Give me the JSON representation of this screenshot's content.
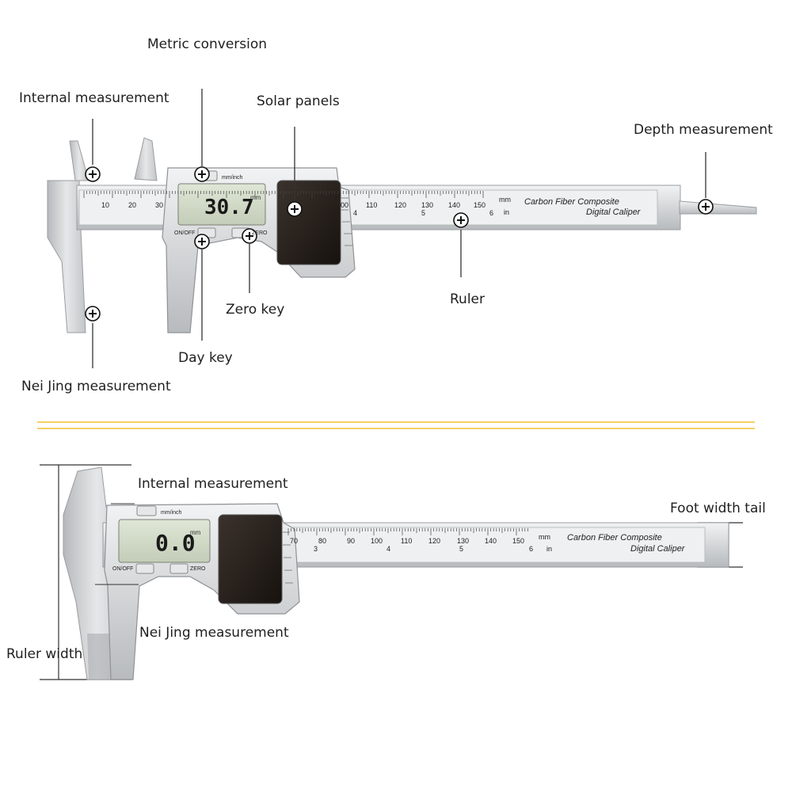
{
  "top_caliper": {
    "labels": {
      "metric_conversion": "Metric conversion",
      "internal_measurement": "Internal measurement",
      "solar_panels": "Solar panels",
      "depth_measurement": "Depth measurement",
      "ruler": "Ruler",
      "zero_key": "Zero key",
      "day_key": "Day key",
      "nei_jing_measurement": "Nei Jing measurement"
    },
    "display_value": "30.7",
    "display_unit": "mm",
    "button_onoff": "ON/OFF",
    "button_zero": "ZERO",
    "button_mm_inch": "mm/inch",
    "scale_mm": [
      "10",
      "20",
      "30",
      "00",
      "110",
      "120",
      "130",
      "140",
      "150"
    ],
    "scale_in": [
      "4",
      "5",
      "6"
    ],
    "unit_mm": "mm",
    "unit_in": "in",
    "brand_line1": "Carbon Fiber Composite",
    "brand_line2": "Digital Caliper"
  },
  "bottom_caliper": {
    "labels": {
      "internal_measurement": "Internal measurement",
      "foot_width_tail": "Foot width tail",
      "nei_jing_measurement": "Nei Jing measurement",
      "ruler_width": "Ruler width"
    },
    "display_value": "0.0",
    "display_unit": "mm",
    "button_onoff": "ON/OFF",
    "button_zero": "ZERO",
    "button_mm_inch": "mm/inch",
    "scale_mm": [
      "70",
      "80",
      "90",
      "100",
      "110",
      "120",
      "130",
      "140",
      "150"
    ],
    "scale_in": [
      "3",
      "4",
      "5",
      "6"
    ],
    "unit_mm": "mm",
    "unit_in": "in",
    "brand_line1": "Carbon Fiber Composite",
    "brand_line2": "Digital Caliper"
  },
  "colors": {
    "divider": "#f0c030",
    "body_silver": "#d8dadc",
    "lcd": "#cfd8c4",
    "solar": "#2a2420"
  }
}
